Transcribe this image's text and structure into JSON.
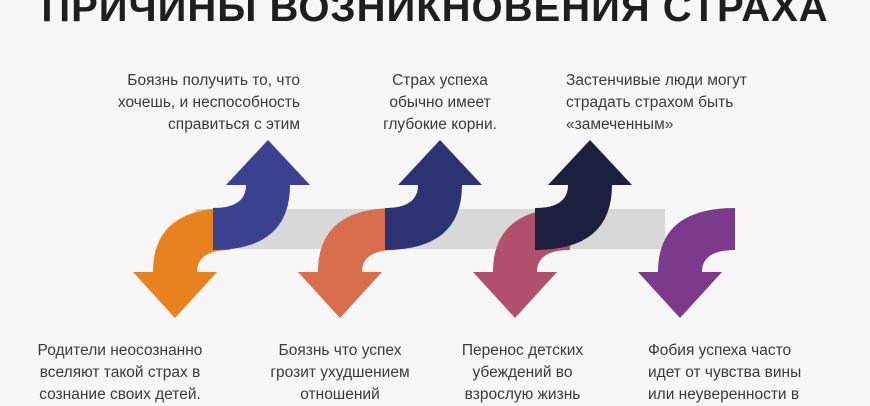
{
  "title": "ПРИЧИНЫ ВОЗНИКНОВЕНИЯ СТРАХА",
  "top_items": [
    {
      "text": "Боязнь получить то, что\nхочешь, и неспособность\nсправиться с этим",
      "color": "#3b4190"
    },
    {
      "text": "Страх успеха\nобычно имеет\nглубокие корни.",
      "color": "#2d3372"
    },
    {
      "text": "Застенчивые люди могут\nстрадать страхом быть\n«замеченным»",
      "color": "#1d1f3f"
    }
  ],
  "bottom_items": [
    {
      "text": "Родители неосознанно\nвселяют такой страх в\nсознание своих детей.",
      "color": "#e8821e"
    },
    {
      "text": "Боязнь что успех\nгрозит ухудшением\nотношений",
      "color": "#d86e4c"
    },
    {
      "text": "Перенос детских\nубеждений во\nвзрослую жизнь",
      "color": "#b0506c"
    },
    {
      "text": "Фобия успеха часто\nидет от чувства вины\nили неуверенности в",
      "color": "#7b3a8c"
    }
  ]
}
